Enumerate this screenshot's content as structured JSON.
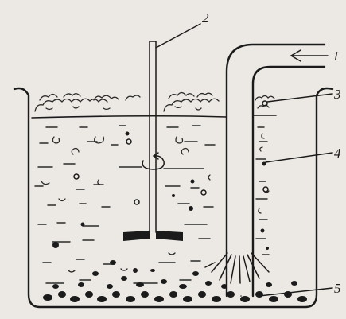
{
  "labels": {
    "feed_pipe": "1",
    "stirrer": "2",
    "foam": "3",
    "liquid": "4",
    "sediment": "5"
  },
  "colors": {
    "paper": "#ece9e4",
    "ink": "#1b1b1b"
  }
}
